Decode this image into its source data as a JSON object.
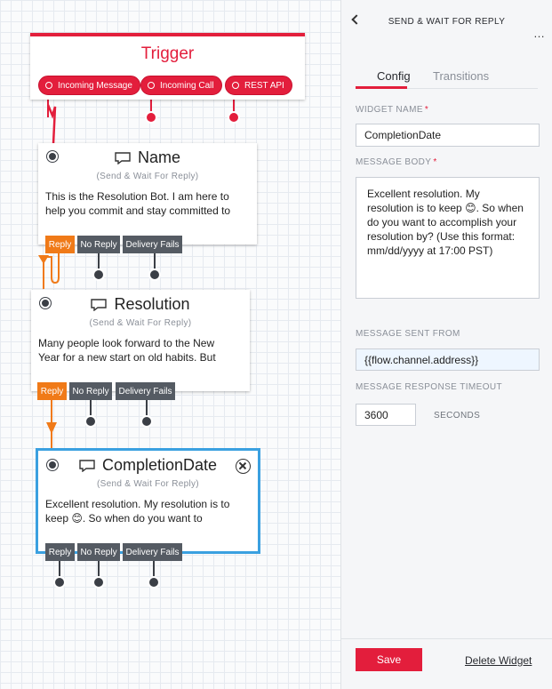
{
  "trigger": {
    "title": "Trigger",
    "pills": [
      "Incoming Message",
      "Incoming Call",
      "REST API"
    ]
  },
  "widgets": [
    {
      "title": "Name",
      "subtitle": "(Send & Wait For Reply)",
      "body": "This is the Resolution Bot. I am here to help you commit and stay committed to",
      "tabs": [
        "Reply",
        "No Reply",
        "Delivery Fails"
      ]
    },
    {
      "title": "Resolution",
      "subtitle": "(Send & Wait For Reply)",
      "body": "Many people look forward to the New Year for a new start on old habits. But",
      "tabs": [
        "Reply",
        "No Reply",
        "Delivery Fails"
      ]
    },
    {
      "title": "CompletionDate",
      "subtitle": "(Send & Wait For Reply)",
      "body": "Excellent resolution. My resolution is to keep 😊. So when do you want to",
      "tabs": [
        "Reply",
        "No Reply",
        "Delivery Fails"
      ]
    }
  ],
  "panel": {
    "header_title": "SEND & WAIT FOR REPLY",
    "tabs": [
      "Config",
      "Transitions"
    ],
    "widget_name_label": "WIDGET NAME",
    "widget_name_value": "CompletionDate",
    "message_body_label": "MESSAGE BODY",
    "message_body_value": "Excellent resolution. My resolution is to keep 😊. So when do you want to accomplish your resolution by? (Use this format: mm/dd/yyyy at 17:00 PST)",
    "message_sent_from_label": "MESSAGE SENT FROM",
    "message_sent_from_value": "{{flow.channel.address}}",
    "timeout_label": "MESSAGE RESPONSE TIMEOUT",
    "timeout_value": "3600",
    "timeout_unit": "SECONDS",
    "required_marker": "*",
    "save_label": "Save",
    "delete_label": "Delete Widget"
  },
  "colors": {
    "brand_red": "#e31e3c",
    "active_orange": "#f07a18",
    "selected_blue": "#3aa0e0",
    "tab_gray": "#555b63"
  }
}
